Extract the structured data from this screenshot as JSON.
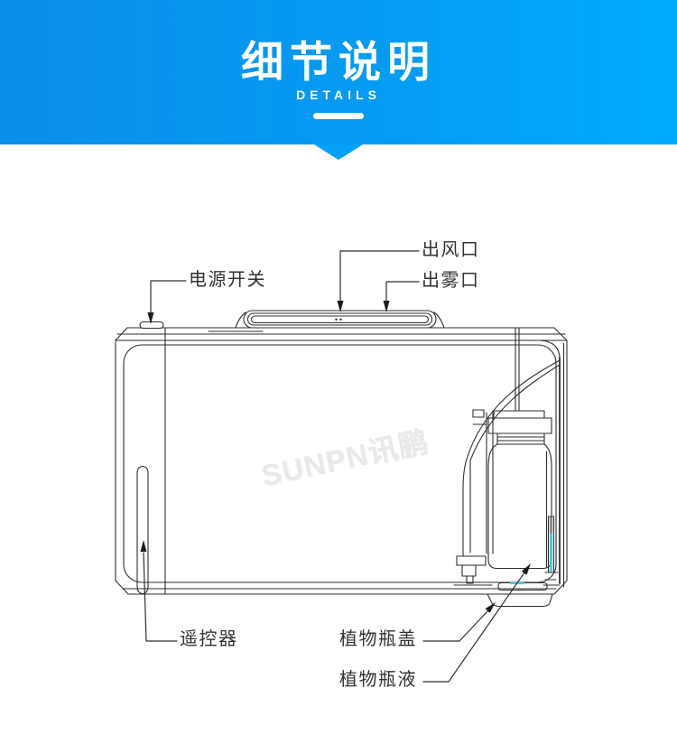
{
  "banner": {
    "title": "细节说明",
    "subtitle": "DETAILS",
    "colors": {
      "gradient_left": "#0b8fe9",
      "gradient_right": "#00abfe",
      "text": "#ffffff"
    }
  },
  "diagram": {
    "watermark": "SUNPN讯鹏",
    "colors": {
      "line": "#2f2f2f",
      "liquid_accent": "#4ecdd3",
      "watermark": "#e9e9e9"
    },
    "labels": {
      "power_switch": "电源开关",
      "air_outlet": "出风口",
      "mist_outlet": "出雾口",
      "remote": "遥控器",
      "bottle_cap": "植物瓶盖",
      "bottle_liquid": "植物瓶液"
    }
  }
}
